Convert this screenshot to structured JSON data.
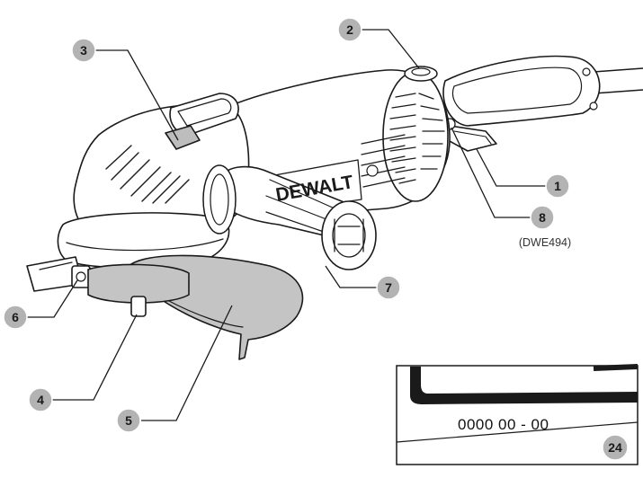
{
  "brand_label": "DEWALT",
  "model_note": "(DWE494)",
  "serial_text": "0000 00 - 00",
  "callouts": [
    {
      "id": "1",
      "label": "1"
    },
    {
      "id": "2",
      "label": "2"
    },
    {
      "id": "3",
      "label": "3"
    },
    {
      "id": "4",
      "label": "4"
    },
    {
      "id": "5",
      "label": "5"
    },
    {
      "id": "6",
      "label": "6"
    },
    {
      "id": "7",
      "label": "7"
    },
    {
      "id": "8",
      "label": "8"
    },
    {
      "id": "24",
      "label": "24"
    }
  ],
  "colors": {
    "badge_fill": "#b3b3b3",
    "guard_fill": "#c4c4c4",
    "line": "#1a1a1a"
  }
}
